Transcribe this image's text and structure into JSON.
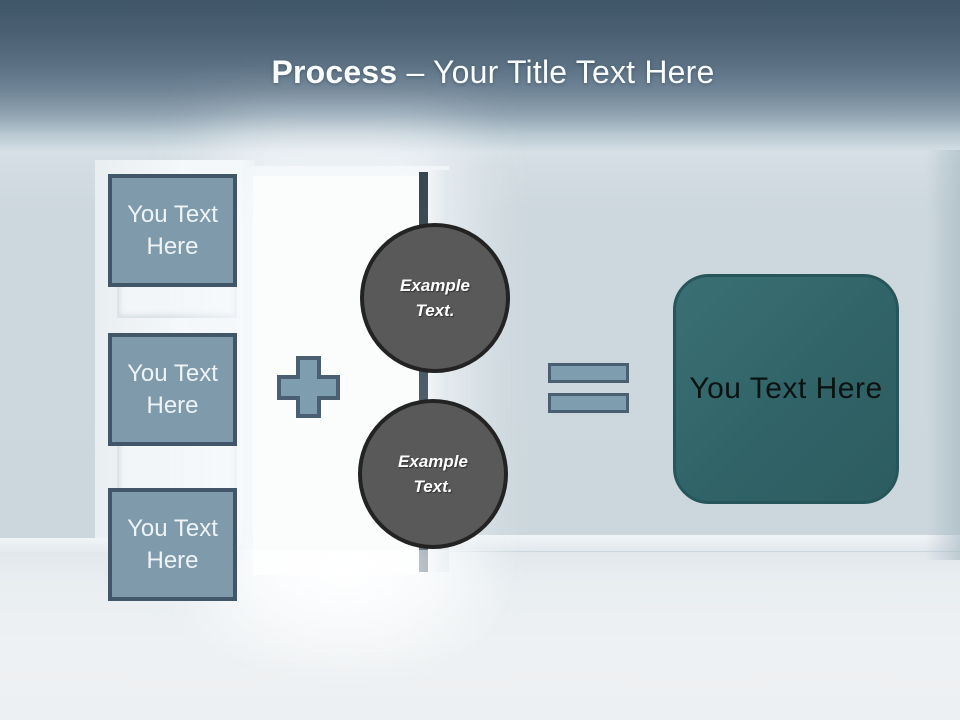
{
  "title": {
    "bold": "Process",
    "rest": " – Your Title Text Here"
  },
  "left_column": {
    "boxes": [
      {
        "label": "You Text Here"
      },
      {
        "label": "You Text Here"
      },
      {
        "label": "You Text Here"
      }
    ]
  },
  "middle_column": {
    "circles": [
      {
        "label": "Example Text."
      },
      {
        "label": "Example Text."
      }
    ]
  },
  "operators": {
    "plus_icon": "plus-sign",
    "equals_icon": "equals-sign"
  },
  "result": {
    "label": "You Text Here"
  },
  "colors": {
    "header_top": "#3f5568",
    "wall": "#cdd8de",
    "floor": "#eef1f3",
    "placeholder_fill": "#7e9aab",
    "placeholder_border": "#42566a",
    "operator_fill": "#7e9eb0",
    "operator_border": "#4a6072",
    "circle_fill": "#595959",
    "circle_border": "#232323",
    "result_fill": "#306367",
    "result_border": "#27565a",
    "title_color": "#fafdfe"
  }
}
